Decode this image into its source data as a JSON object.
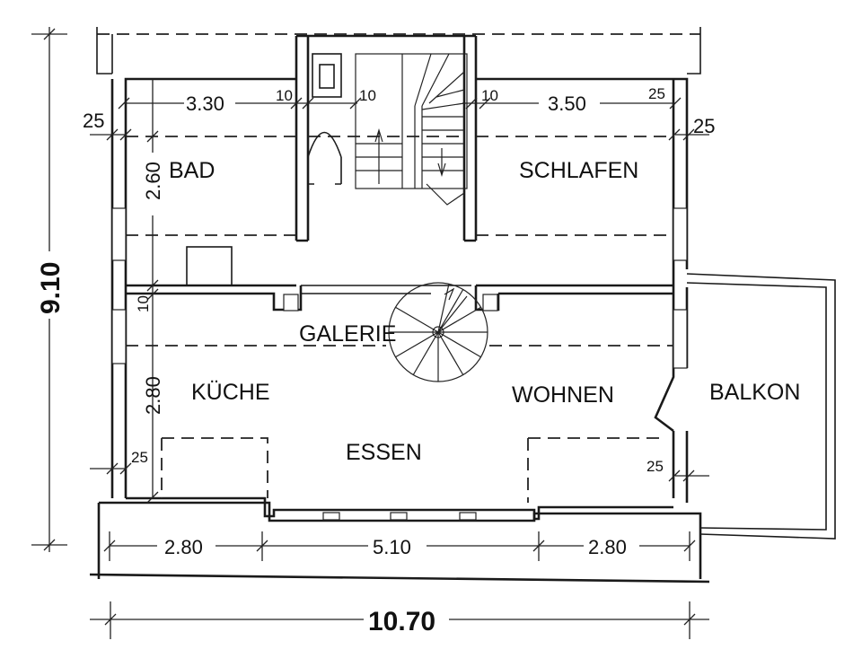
{
  "rooms": {
    "bad": "BAD",
    "schlafen": "SCHLAFEN",
    "galerie": "GALERIE",
    "kueche": "KÜCHE",
    "wohnen": "WOHNEN",
    "balkon": "BALKON",
    "essen": "ESSEN"
  },
  "dimensions": {
    "bad_width": "3.30",
    "schlafen_width": "3.50",
    "wall_10_left_a": "10",
    "wall_10_left_b": "10",
    "wall_10_right": "10",
    "wall_25_top_right": "25",
    "wall_25_left": "25",
    "wall_25_right": "25",
    "bad_depth": "2.60",
    "wall_10_vertical": "10",
    "kueche_depth": "2.80",
    "wall_25_left_lower": "25",
    "wall_25_right_lower": "25",
    "total_height": "9.10",
    "bottom_left": "2.80",
    "bottom_middle": "5.10",
    "bottom_right": "2.80",
    "total_width": "10.70"
  }
}
